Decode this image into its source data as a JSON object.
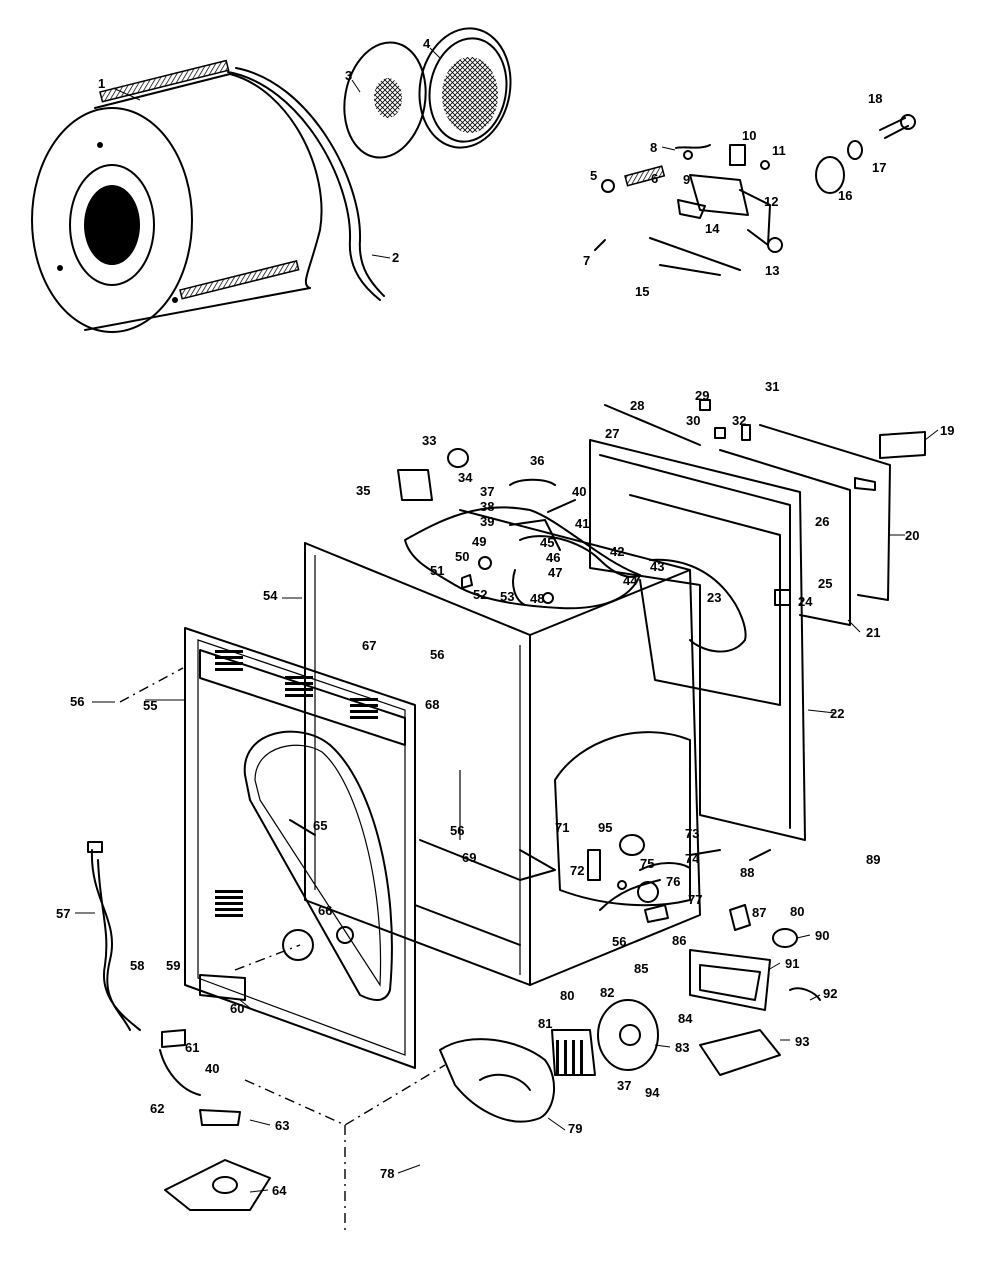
{
  "labels": [
    {
      "id": "1",
      "text": "1"
    },
    {
      "id": "2",
      "text": "2"
    },
    {
      "id": "3",
      "text": "3"
    },
    {
      "id": "4",
      "text": "4"
    },
    {
      "id": "5",
      "text": "5"
    },
    {
      "id": "6",
      "text": "6"
    },
    {
      "id": "7",
      "text": "7"
    },
    {
      "id": "8",
      "text": "8"
    },
    {
      "id": "9",
      "text": "9"
    },
    {
      "id": "10",
      "text": "10"
    },
    {
      "id": "11",
      "text": "11"
    },
    {
      "id": "12",
      "text": "12"
    },
    {
      "id": "13",
      "text": "13"
    },
    {
      "id": "14",
      "text": "14"
    },
    {
      "id": "15",
      "text": "15"
    },
    {
      "id": "16",
      "text": "16"
    },
    {
      "id": "17",
      "text": "17"
    },
    {
      "id": "18",
      "text": "18"
    },
    {
      "id": "19",
      "text": "19"
    },
    {
      "id": "20",
      "text": "20"
    },
    {
      "id": "21",
      "text": "21"
    },
    {
      "id": "22",
      "text": "22"
    },
    {
      "id": "23",
      "text": "23"
    },
    {
      "id": "24",
      "text": "24"
    },
    {
      "id": "25",
      "text": "25"
    },
    {
      "id": "26",
      "text": "26"
    },
    {
      "id": "27",
      "text": "27"
    },
    {
      "id": "28",
      "text": "28"
    },
    {
      "id": "29",
      "text": "29"
    },
    {
      "id": "30",
      "text": "30"
    },
    {
      "id": "31",
      "text": "31"
    },
    {
      "id": "32",
      "text": "32"
    },
    {
      "id": "33",
      "text": "33"
    },
    {
      "id": "34",
      "text": "34"
    },
    {
      "id": "35",
      "text": "35"
    },
    {
      "id": "36",
      "text": "36"
    },
    {
      "id": "37a",
      "text": "37"
    },
    {
      "id": "38",
      "text": "38"
    },
    {
      "id": "39",
      "text": "39"
    },
    {
      "id": "40a",
      "text": "40"
    },
    {
      "id": "41",
      "text": "41"
    },
    {
      "id": "42",
      "text": "42"
    },
    {
      "id": "43",
      "text": "43"
    },
    {
      "id": "44",
      "text": "44"
    },
    {
      "id": "45",
      "text": "45"
    },
    {
      "id": "46",
      "text": "46"
    },
    {
      "id": "47",
      "text": "47"
    },
    {
      "id": "48",
      "text": "48"
    },
    {
      "id": "49",
      "text": "49"
    },
    {
      "id": "50",
      "text": "50"
    },
    {
      "id": "51",
      "text": "51"
    },
    {
      "id": "52",
      "text": "52"
    },
    {
      "id": "53",
      "text": "53"
    },
    {
      "id": "54",
      "text": "54"
    },
    {
      "id": "55",
      "text": "55"
    },
    {
      "id": "56a",
      "text": "56"
    },
    {
      "id": "56b",
      "text": "56"
    },
    {
      "id": "56c",
      "text": "56"
    },
    {
      "id": "56d",
      "text": "56"
    },
    {
      "id": "57",
      "text": "57"
    },
    {
      "id": "58",
      "text": "58"
    },
    {
      "id": "59",
      "text": "59"
    },
    {
      "id": "60",
      "text": "60"
    },
    {
      "id": "61",
      "text": "61"
    },
    {
      "id": "62",
      "text": "62"
    },
    {
      "id": "63",
      "text": "63"
    },
    {
      "id": "64",
      "text": "64"
    },
    {
      "id": "65",
      "text": "65"
    },
    {
      "id": "66",
      "text": "66"
    },
    {
      "id": "67",
      "text": "67"
    },
    {
      "id": "68",
      "text": "68"
    },
    {
      "id": "69",
      "text": "69"
    },
    {
      "id": "71",
      "text": "71"
    },
    {
      "id": "72",
      "text": "72"
    },
    {
      "id": "73",
      "text": "73"
    },
    {
      "id": "74",
      "text": "74"
    },
    {
      "id": "75",
      "text": "75"
    },
    {
      "id": "76",
      "text": "76"
    },
    {
      "id": "77",
      "text": "77"
    },
    {
      "id": "78",
      "text": "78"
    },
    {
      "id": "79",
      "text": "79"
    },
    {
      "id": "80a",
      "text": "80"
    },
    {
      "id": "80b",
      "text": "80"
    },
    {
      "id": "81",
      "text": "81"
    },
    {
      "id": "82",
      "text": "82"
    },
    {
      "id": "83",
      "text": "83"
    },
    {
      "id": "84",
      "text": "84"
    },
    {
      "id": "85",
      "text": "85"
    },
    {
      "id": "86",
      "text": "86"
    },
    {
      "id": "87",
      "text": "87"
    },
    {
      "id": "88",
      "text": "88"
    },
    {
      "id": "89",
      "text": "89"
    },
    {
      "id": "90",
      "text": "90"
    },
    {
      "id": "91",
      "text": "91"
    },
    {
      "id": "92",
      "text": "92"
    },
    {
      "id": "93",
      "text": "93"
    },
    {
      "id": "94",
      "text": "94"
    },
    {
      "id": "95",
      "text": "95"
    },
    {
      "id": "37b",
      "text": "37"
    },
    {
      "id": "40b",
      "text": "40"
    }
  ]
}
